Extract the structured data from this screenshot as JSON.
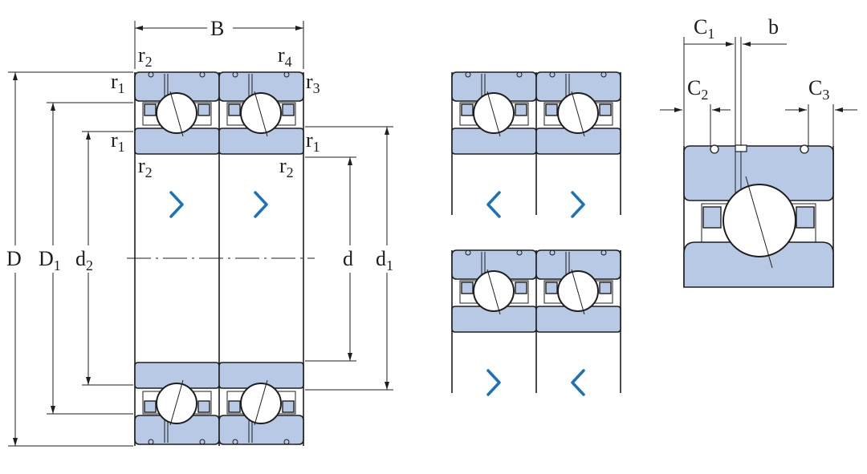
{
  "labels": {
    "B": "B",
    "D": "D",
    "D1": {
      "main": "D",
      "sub": "1"
    },
    "d2": {
      "main": "d",
      "sub": "2"
    },
    "d": "d",
    "d1": {
      "main": "d",
      "sub": "1"
    },
    "r1": {
      "main": "r",
      "sub": "1"
    },
    "r2": {
      "main": "r",
      "sub": "2"
    },
    "r3": {
      "main": "r",
      "sub": "3"
    },
    "r4": {
      "main": "r",
      "sub": "4"
    },
    "C1": {
      "main": "C",
      "sub": "1"
    },
    "C2": {
      "main": "C",
      "sub": "2"
    },
    "C3": {
      "main": "C",
      "sub": "3"
    },
    "b": "b"
  },
  "colors": {
    "ring_fill": "#b8c9e6",
    "outline": "#1e1e1e",
    "arrow": "#1a73b8"
  },
  "arrangements": [
    {
      "arrows": [
        "right",
        "right"
      ]
    },
    {
      "arrows": [
        "left",
        "right"
      ]
    },
    {
      "arrows": [
        "right",
        "left"
      ]
    }
  ]
}
